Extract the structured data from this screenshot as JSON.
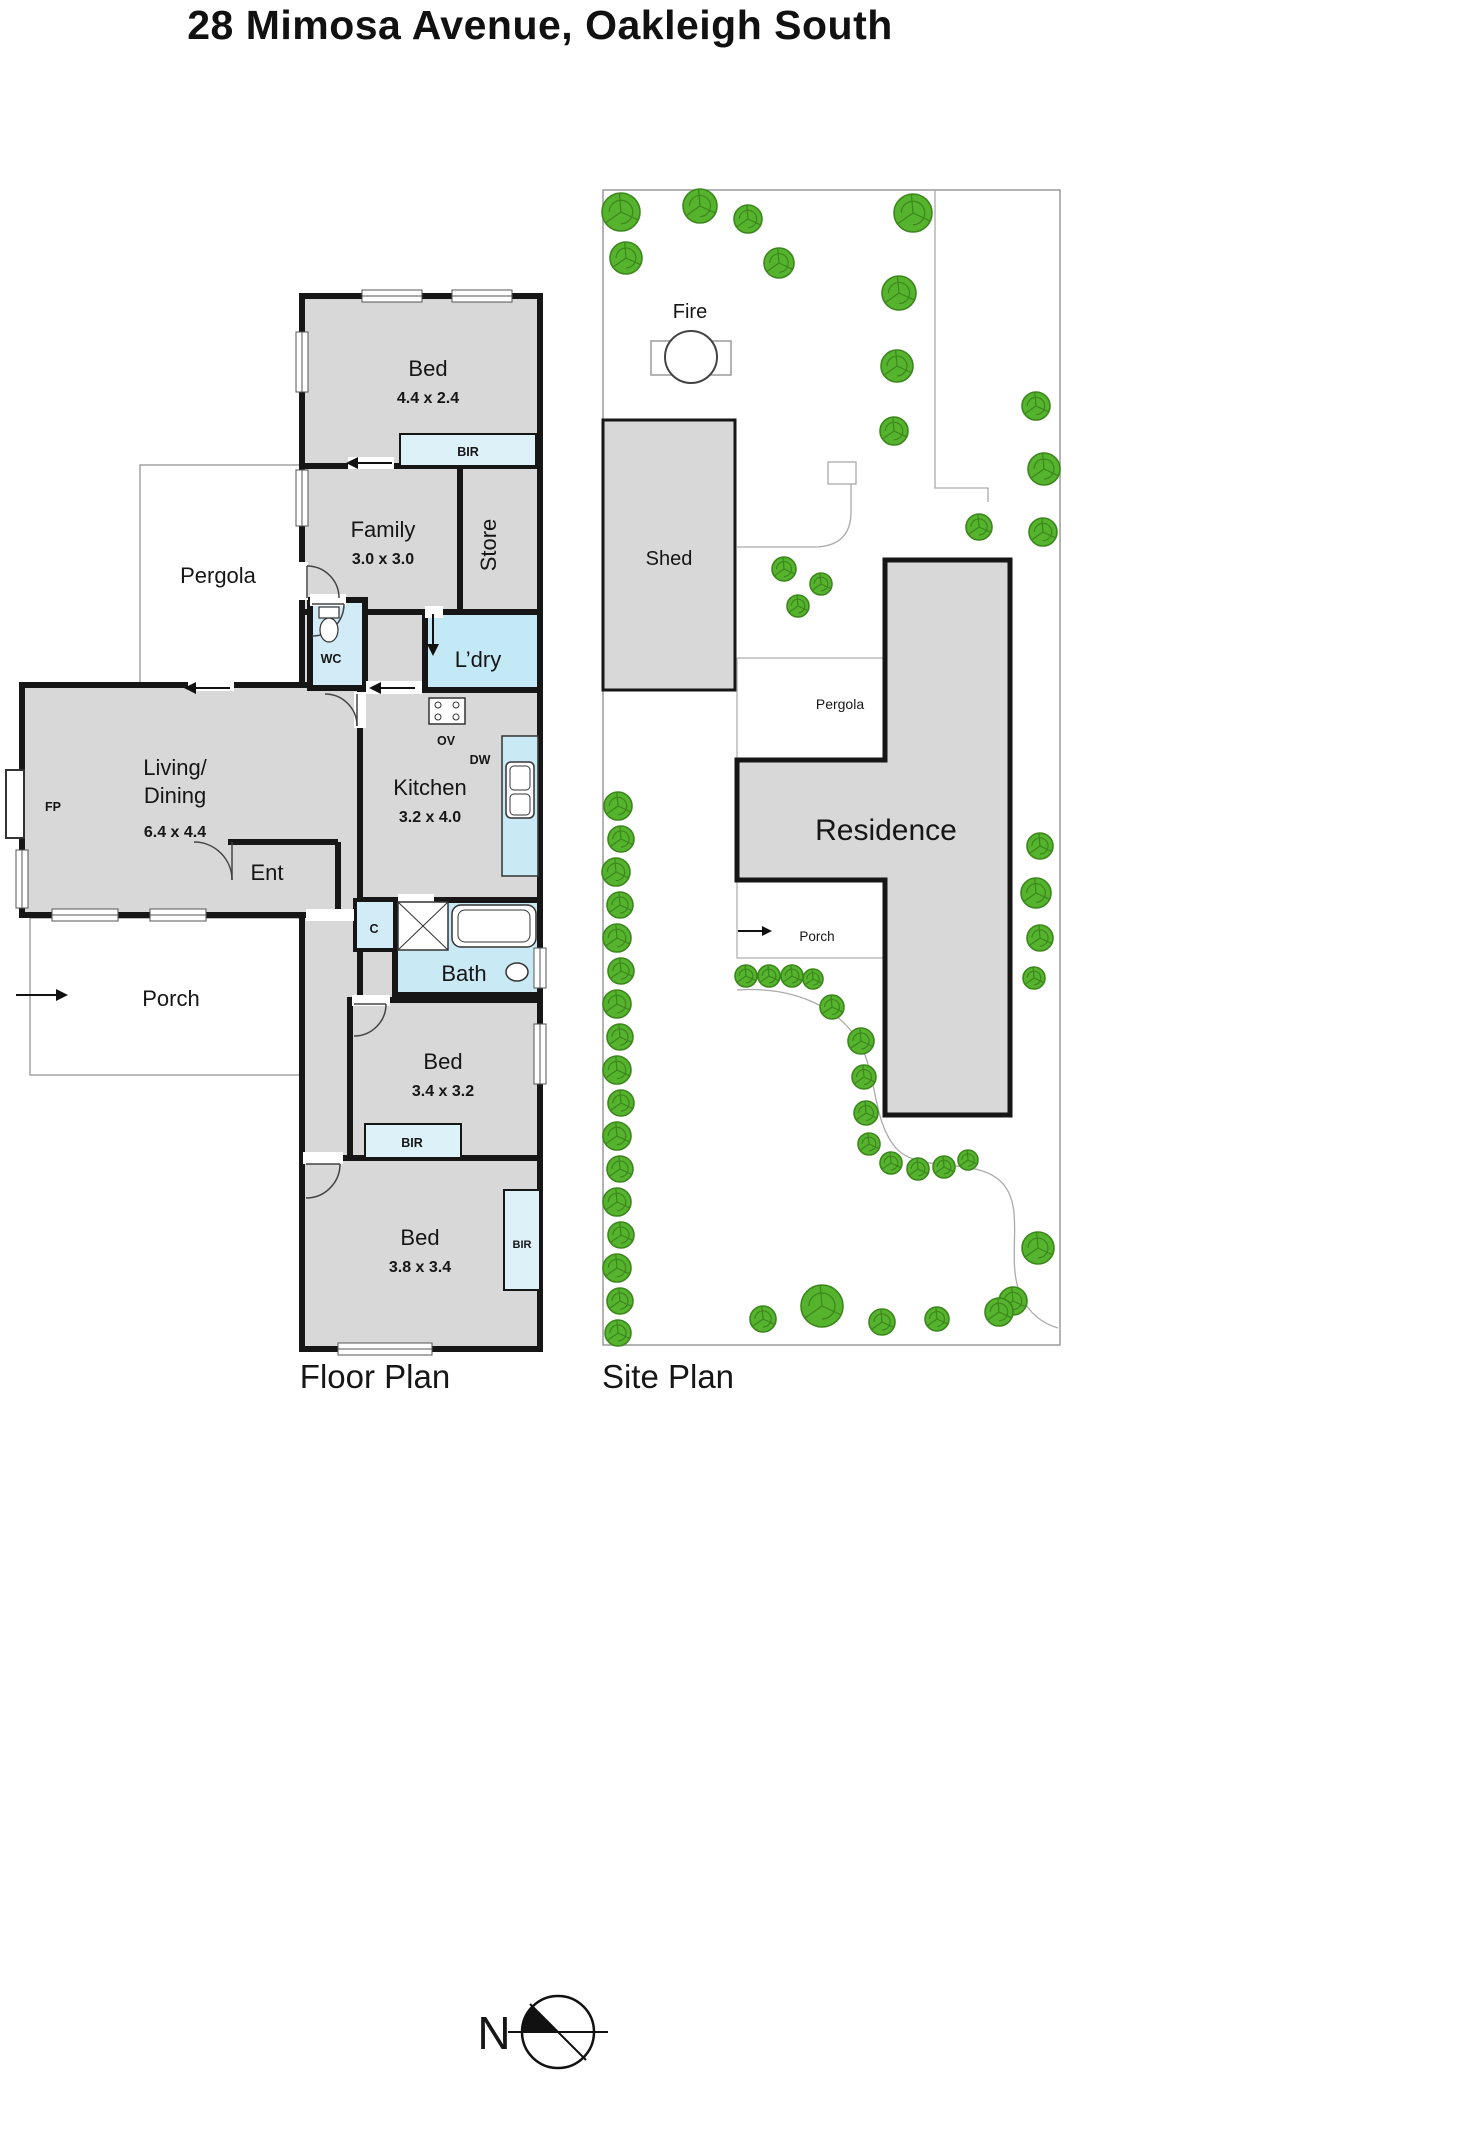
{
  "title": "28 Mimosa Avenue, Oakleigh South",
  "floor_plan": {
    "caption": "Floor Plan",
    "rooms": {
      "bed_top": {
        "name": "Bed",
        "dims": "4.4 x 2.4"
      },
      "family": {
        "name": "Family",
        "dims": "3.0 x 3.0"
      },
      "store": {
        "name": "Store"
      },
      "pergola": {
        "name": "Pergola"
      },
      "wc": {
        "name": "WC"
      },
      "laundry": {
        "name": "L’dry"
      },
      "living_dining": {
        "name_line1": "Living/",
        "name_line2": "Dining",
        "dims": "6.4 x 4.4"
      },
      "entry": {
        "name": "Ent"
      },
      "kitchen": {
        "name": "Kitchen",
        "dims": "3.2 x 4.0"
      },
      "bath": {
        "name": "Bath"
      },
      "porch": {
        "name": "Porch"
      },
      "bed_mid": {
        "name": "Bed",
        "dims": "3.4 x 3.2"
      },
      "bed_bottom": {
        "name": "Bed",
        "dims": "3.8 x 3.4"
      }
    },
    "fixtures": {
      "bir_top": "BIR",
      "bir_mid": "BIR",
      "bir_bottom": "BIR",
      "fireplace": "FP",
      "oven": "OV",
      "dishwasher": "DW",
      "cupboard": "C"
    }
  },
  "site_plan": {
    "caption": "Site Plan",
    "features": {
      "fire": "Fire",
      "shed": "Shed",
      "pergola": "Pergola",
      "residence": "Residence",
      "porch": "Porch"
    }
  },
  "compass": {
    "north": "N"
  },
  "colors": {
    "wall": "#161616",
    "room": "#d8d8d8",
    "wet": "#d2ecf7",
    "counter": "#c9e9f5",
    "tree": "#56b32e",
    "tree_dark": "#3c871c",
    "outline": "#a3a3a3"
  }
}
